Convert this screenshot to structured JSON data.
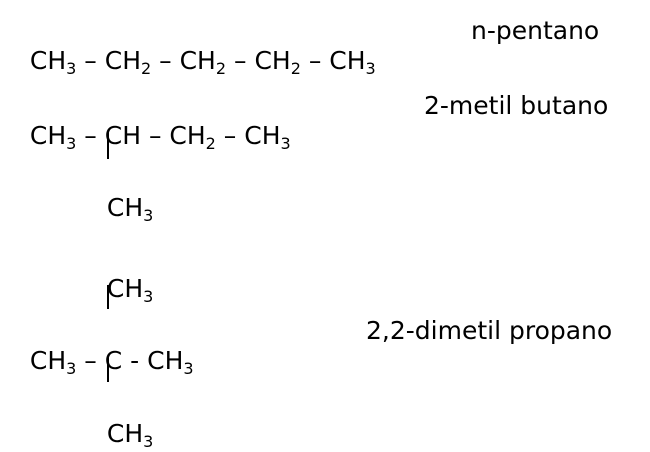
{
  "molecules": [
    {
      "name": "n-pentano",
      "main_chain": [
        "CH",
        "3",
        " – CH",
        "2",
        " – CH",
        "2",
        " – CH",
        "2",
        " – CH",
        "3"
      ]
    },
    {
      "name": "2-metil butano",
      "main_chain": [
        "CH",
        "3",
        " – CH – CH",
        "2",
        " – CH",
        "3"
      ],
      "branch_below": [
        "CH",
        "3"
      ]
    },
    {
      "name": "2,2-dimetil propano",
      "branch_above": [
        "CH",
        "3"
      ],
      "main_chain": [
        "CH",
        "3",
        " – C - CH",
        "3"
      ],
      "branch_below": [
        "CH",
        "3"
      ]
    }
  ]
}
